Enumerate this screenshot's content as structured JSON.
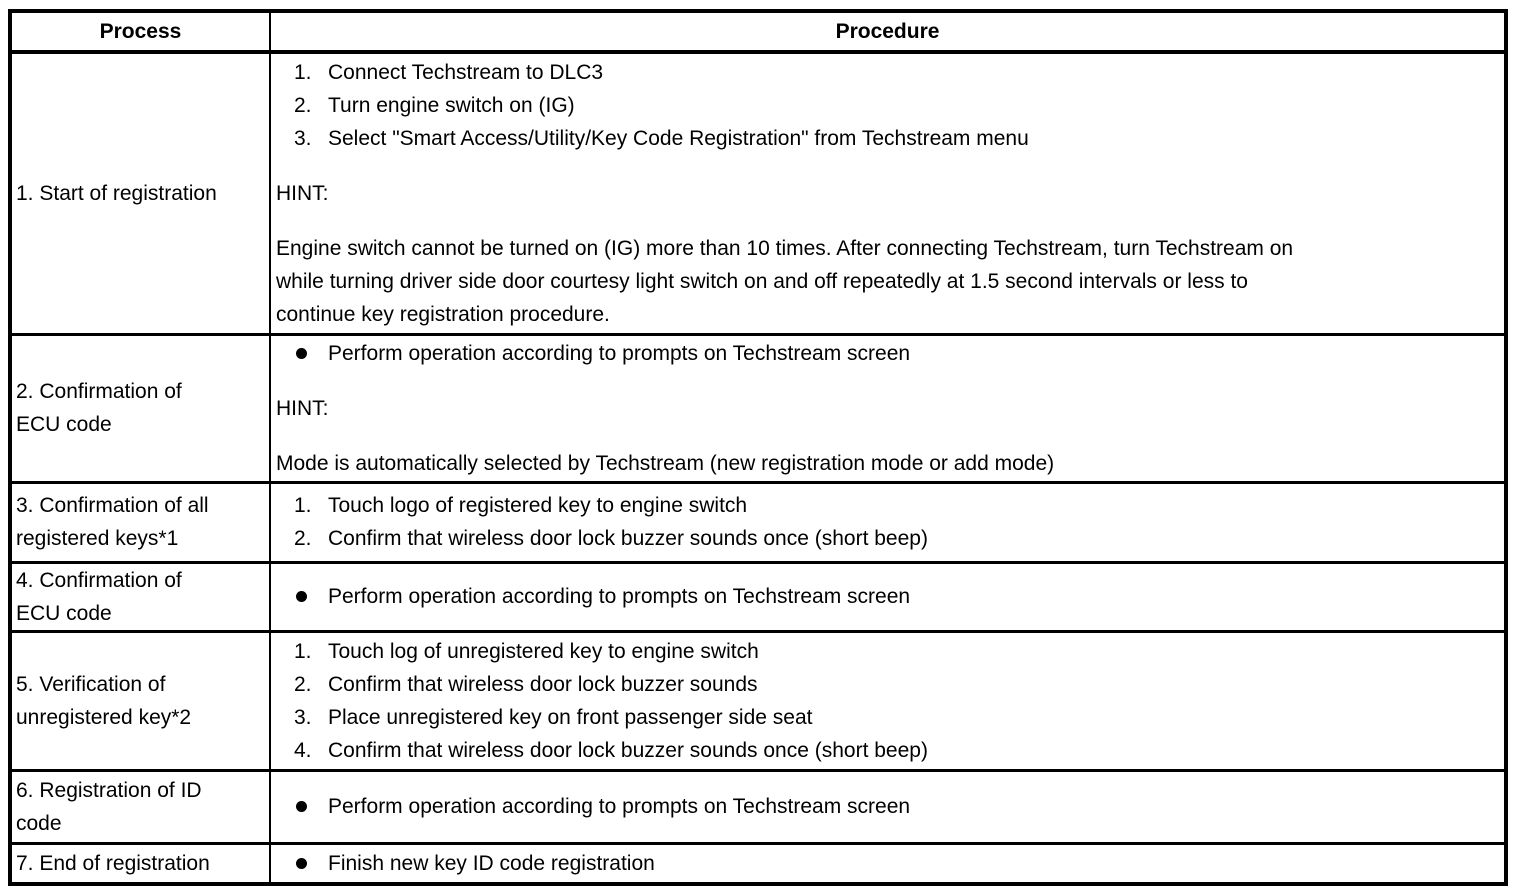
{
  "page": {
    "background_color": "#ffffff",
    "text_color": "#000000"
  },
  "table": {
    "headers": {
      "process": "Process",
      "procedure": "Procedure"
    },
    "rows": [
      {
        "process": "1. Start of registration",
        "procedure": [
          {
            "type": "num",
            "marker": "1.",
            "text": "Connect Techstream to DLC3"
          },
          {
            "type": "num",
            "marker": "2.",
            "text": "Turn engine switch on (IG)"
          },
          {
            "type": "num",
            "marker": "3.",
            "text": "Select \"Smart Access/Utility/Key Code Registration\" from Techstream menu"
          },
          {
            "type": "gap"
          },
          {
            "type": "plain",
            "text": "HINT:"
          },
          {
            "type": "gap"
          },
          {
            "type": "plain",
            "text": "Engine switch cannot be turned on (IG) more than 10 times. After connecting Techstream, turn Techstream on\nwhile turning driver side door courtesy light switch on and off repeatedly at 1.5 second intervals or less to\ncontinue key registration procedure."
          }
        ]
      },
      {
        "process": "2. Confirmation of\nECU code",
        "procedure": [
          {
            "type": "bullet",
            "text": "Perform operation according to prompts on Techstream screen"
          },
          {
            "type": "gap"
          },
          {
            "type": "plain",
            "text": "HINT:"
          },
          {
            "type": "gap"
          },
          {
            "type": "plain",
            "text": "Mode is automatically selected by Techstream (new registration mode or add mode)"
          }
        ]
      },
      {
        "process": "3. Confirmation of all\nregistered keys*1",
        "procedure": [
          {
            "type": "num",
            "marker": "1.",
            "text": "Touch logo of registered key to engine switch"
          },
          {
            "type": "num",
            "marker": "2.",
            "text": "Confirm that wireless door lock buzzer sounds once (short beep)"
          }
        ]
      },
      {
        "process": "4. Confirmation of\nECU code",
        "procedure": [
          {
            "type": "bullet",
            "text": "Perform operation according to prompts on Techstream screen"
          }
        ]
      },
      {
        "process": "5. Verification of\nunregistered key*2",
        "procedure": [
          {
            "type": "num",
            "marker": "1.",
            "text": "Touch log of unregistered key to engine switch"
          },
          {
            "type": "num",
            "marker": "2.",
            "text": "Confirm that wireless door lock buzzer sounds"
          },
          {
            "type": "num",
            "marker": "3.",
            "text": "Place unregistered key on front passenger side seat"
          },
          {
            "type": "num",
            "marker": "4.",
            "text": "Confirm that wireless door lock buzzer sounds once (short beep)"
          }
        ]
      },
      {
        "process": "6. Registration of ID\ncode",
        "procedure": [
          {
            "type": "bullet",
            "text": "Perform operation according to prompts on Techstream screen"
          }
        ]
      },
      {
        "process": "7. End of registration",
        "procedure": [
          {
            "type": "bullet",
            "text": "Finish new key ID code registration"
          }
        ]
      }
    ]
  }
}
